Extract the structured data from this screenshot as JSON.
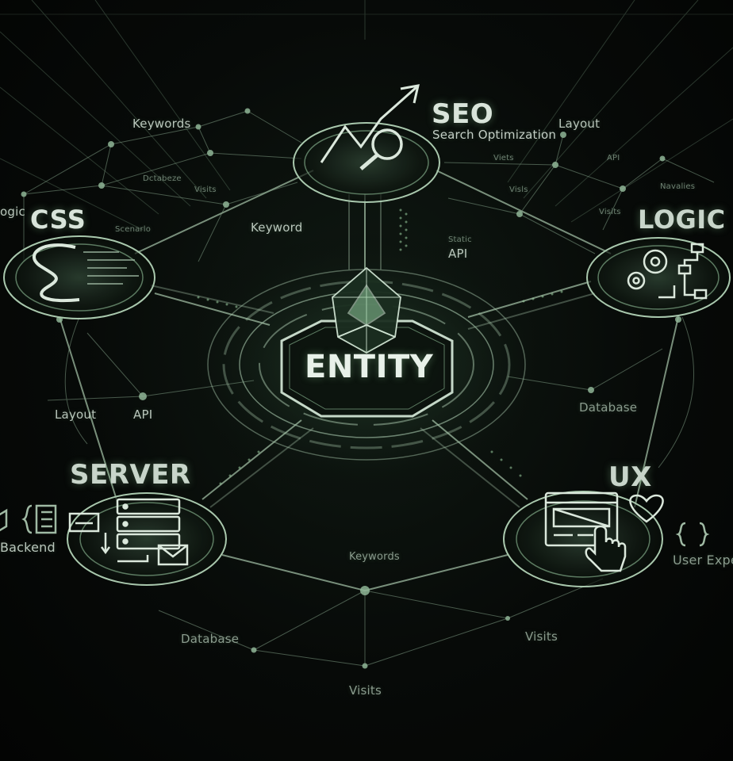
{
  "center": {
    "title": "ENTITY"
  },
  "hubs": {
    "seo": {
      "title": "SEO",
      "subtitle": "Search Optimization"
    },
    "css": {
      "title": "CSS"
    },
    "logic": {
      "title": "LOGIC"
    },
    "server": {
      "title": "SERVER",
      "side_label": "Backend"
    },
    "ux": {
      "title": "UX",
      "side_label": "User Expe"
    }
  },
  "node_labels": {
    "keywords_top": "Keywords",
    "layout_top": "Layout",
    "keyword_mid": "Keyword",
    "api_mid": "API",
    "logic_edge": "ogic",
    "layout_left": "Layout",
    "api_left": "API",
    "database_right": "Database",
    "keywords_bottom": "Keywords",
    "database_bottom": "Database",
    "visits_bottom_right": "Visits",
    "visits_bottom": "Visits"
  },
  "faint_labels": {
    "views": "Viets",
    "api_small": "API",
    "visits_small_right": "Visls",
    "visits_small_right2": "Visits",
    "database_small": "Dctabeze",
    "visits_small_left": "Visits",
    "scenario": "Scenarlo",
    "feature": "Navalies",
    "static": "Static"
  },
  "icons": {
    "seo": "trend-magnifier-icon",
    "css": "curly-s-icon",
    "logic": "gears-flowchart-icon",
    "server": "server-stack-icon",
    "ux": "browser-click-icon",
    "entity": "crystal-polyhedron-icon",
    "braces": "braces-icon",
    "heart": "heart-icon"
  },
  "colors": {
    "background": "#050605",
    "glow": "#9fd3a5",
    "line": "#7fa886",
    "text": "#b9c6bb"
  }
}
